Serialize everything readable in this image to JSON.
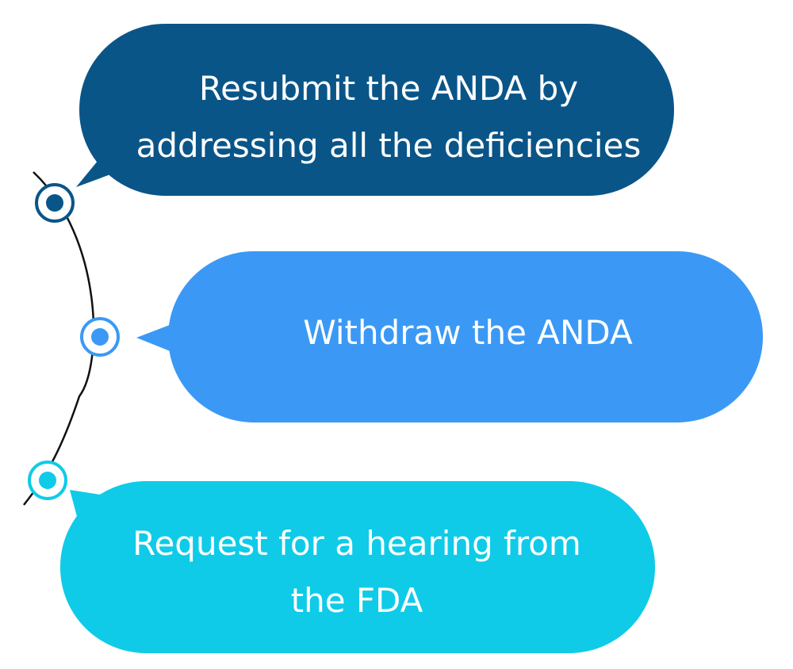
{
  "colors": {
    "step1": "#0a5588",
    "step2": "#3b99f5",
    "step3": "#0fcbe8",
    "connector": "#111111",
    "text": "#ffffff"
  },
  "steps": [
    {
      "text": "Resubmit the ANDA by\naddressing all the deficiencies"
    },
    {
      "text": "Withdraw the ANDA"
    },
    {
      "text": "Request for a hearing from\nthe FDA"
    }
  ]
}
